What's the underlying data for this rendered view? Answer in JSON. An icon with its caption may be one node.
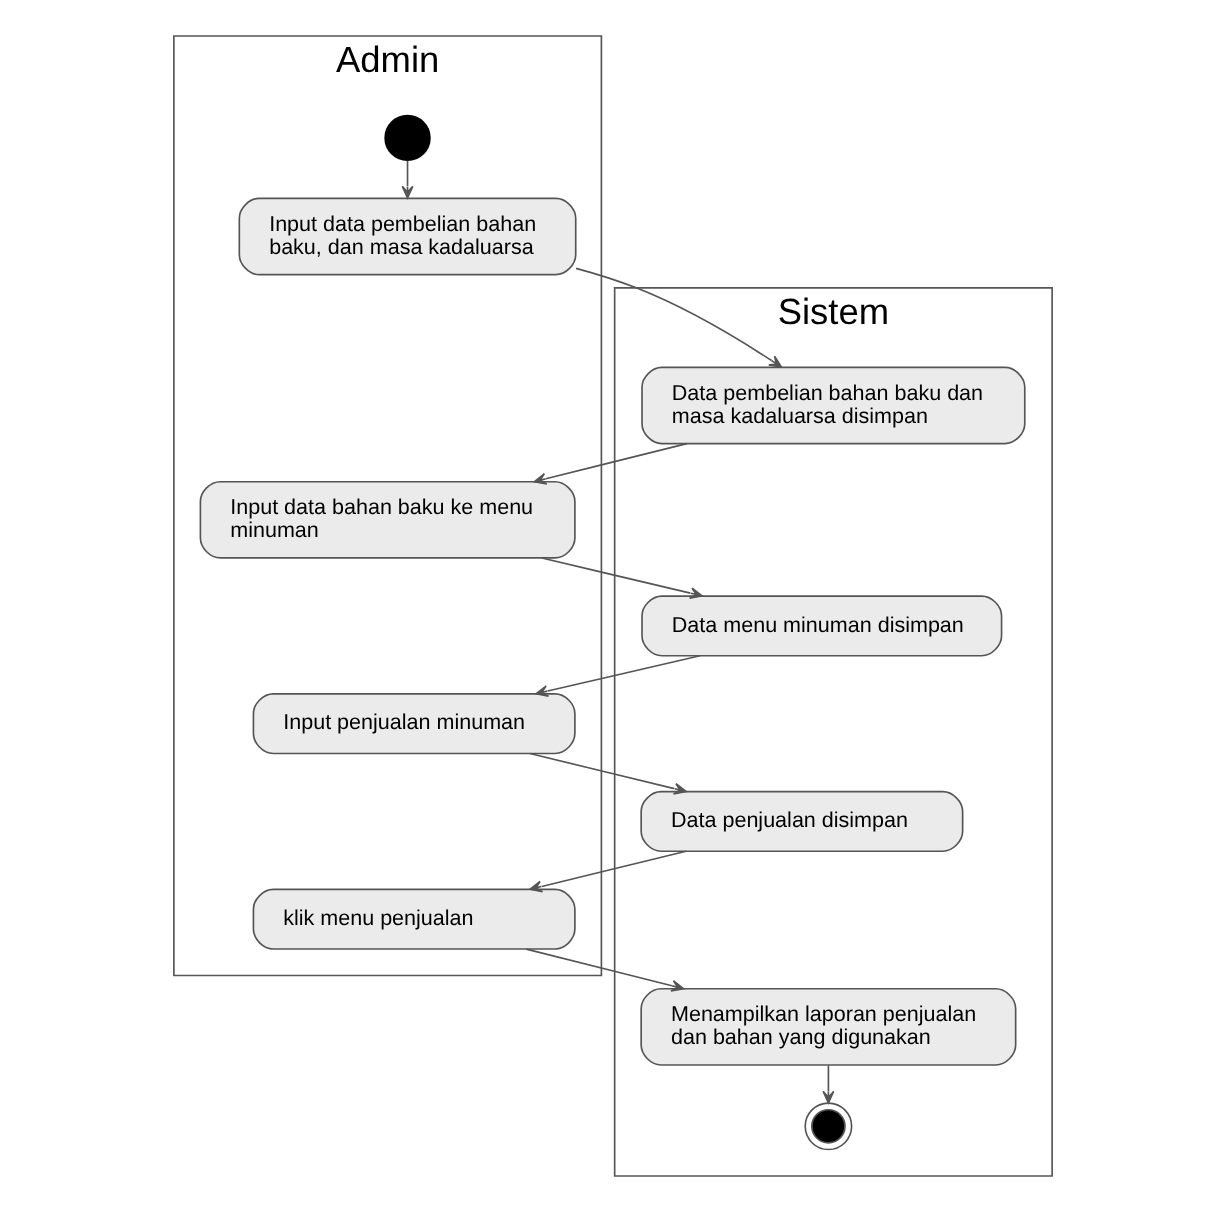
{
  "diagram": {
    "nodes": [
      {
        "text": [
          "Admin"
        ]
      },
      {
        "text": [
          "Sistem"
        ]
      },
      {
        "text": [],
        "shape": "circle",
        "in": 0
      },
      {
        "text": [
          "Input data pembelian bahan baku, dan masa kadaluarsa"
        ],
        "in": 0
      },
      {
        "text": [
          "Data pembelian bahan baku dan masa kadaluarsa disimpan"
        ],
        "in": 1
      },
      {
        "text": [
          "Input data bahan baku ke menu minuman"
        ],
        "in": 0
      },
      {
        "text": [
          "Data menu minuman disimpan"
        ],
        "in": 1
      },
      {
        "text": [
          "Input penjualan minuman"
        ],
        "in": 0
      },
      {
        "text": [
          "Data penjualan disimpan"
        ],
        "in": 1
      },
      {
        "text": [
          "klik menu penjualan"
        ],
        "in": 0
      },
      {
        "text": [
          "Menampilkan laporan penjualan dan bahan yang digunakan"
        ],
        "in": 1
      },
      {
        "text": [],
        "shape": "circle",
        "in": 1
      }
    ],
    "edges": [
      {
        "from": 2,
        "to": 3,
        "arrow": "to"
      },
      {
        "from": 3,
        "to": 4,
        "arrow": "to"
      },
      {
        "from": 4,
        "to": 5,
        "arrow": "to"
      },
      {
        "from": 5,
        "to": 6,
        "arrow": "to"
      },
      {
        "from": 6,
        "to": 7,
        "arrow": "to"
      },
      {
        "from": 7,
        "to": 8,
        "arrow": "to"
      },
      {
        "from": 8,
        "to": 9,
        "arrow": "to"
      },
      {
        "from": 9,
        "to": 10,
        "arrow": "to"
      },
      {
        "from": 10,
        "to": 11,
        "arrow": "to"
      }
    ]
  }
}
